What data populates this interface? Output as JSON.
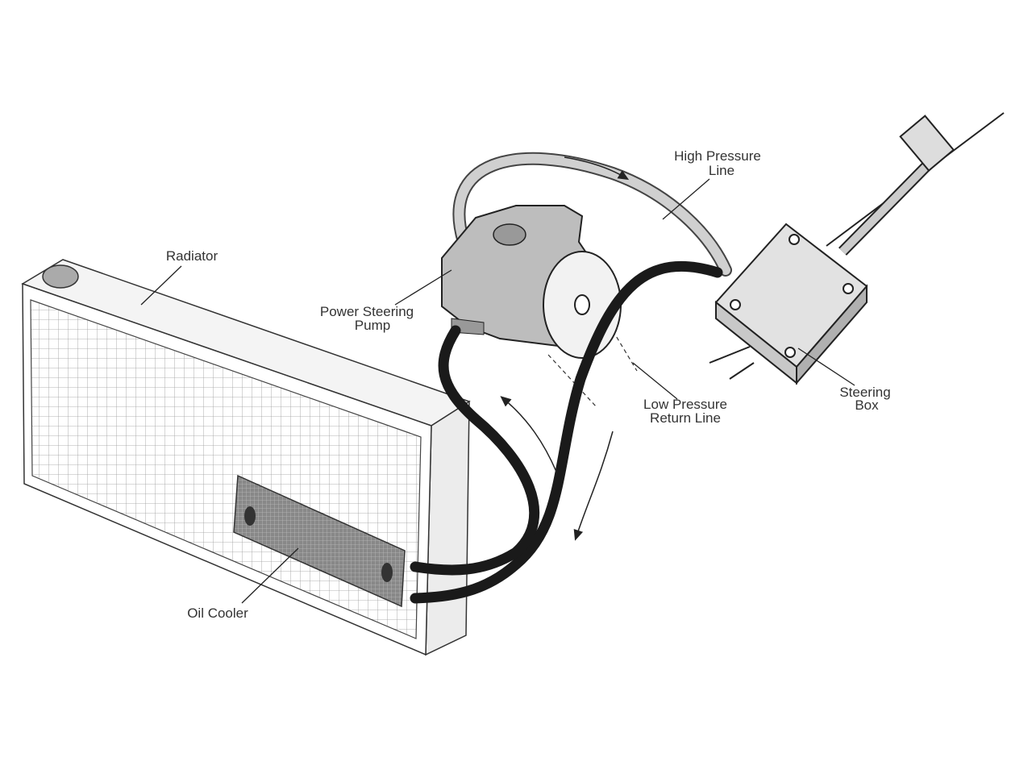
{
  "labels": {
    "radiator": "Radiator",
    "high_pressure_line_1": "High Pressure",
    "high_pressure_line_2": "Line",
    "pump_1": "Power Steering",
    "pump_2": "Pump",
    "return_line_1": "Low Pressure",
    "return_line_2": "Return Line",
    "steering_box_1": "Steering",
    "steering_box_2": "Box",
    "oil_cooler": "Oil Cooler"
  },
  "colors": {
    "hose": "#1a1a1a",
    "high_pressure_tube": "#c8c8c8",
    "component_fill": "#d9d9d9",
    "outline": "#333333"
  }
}
